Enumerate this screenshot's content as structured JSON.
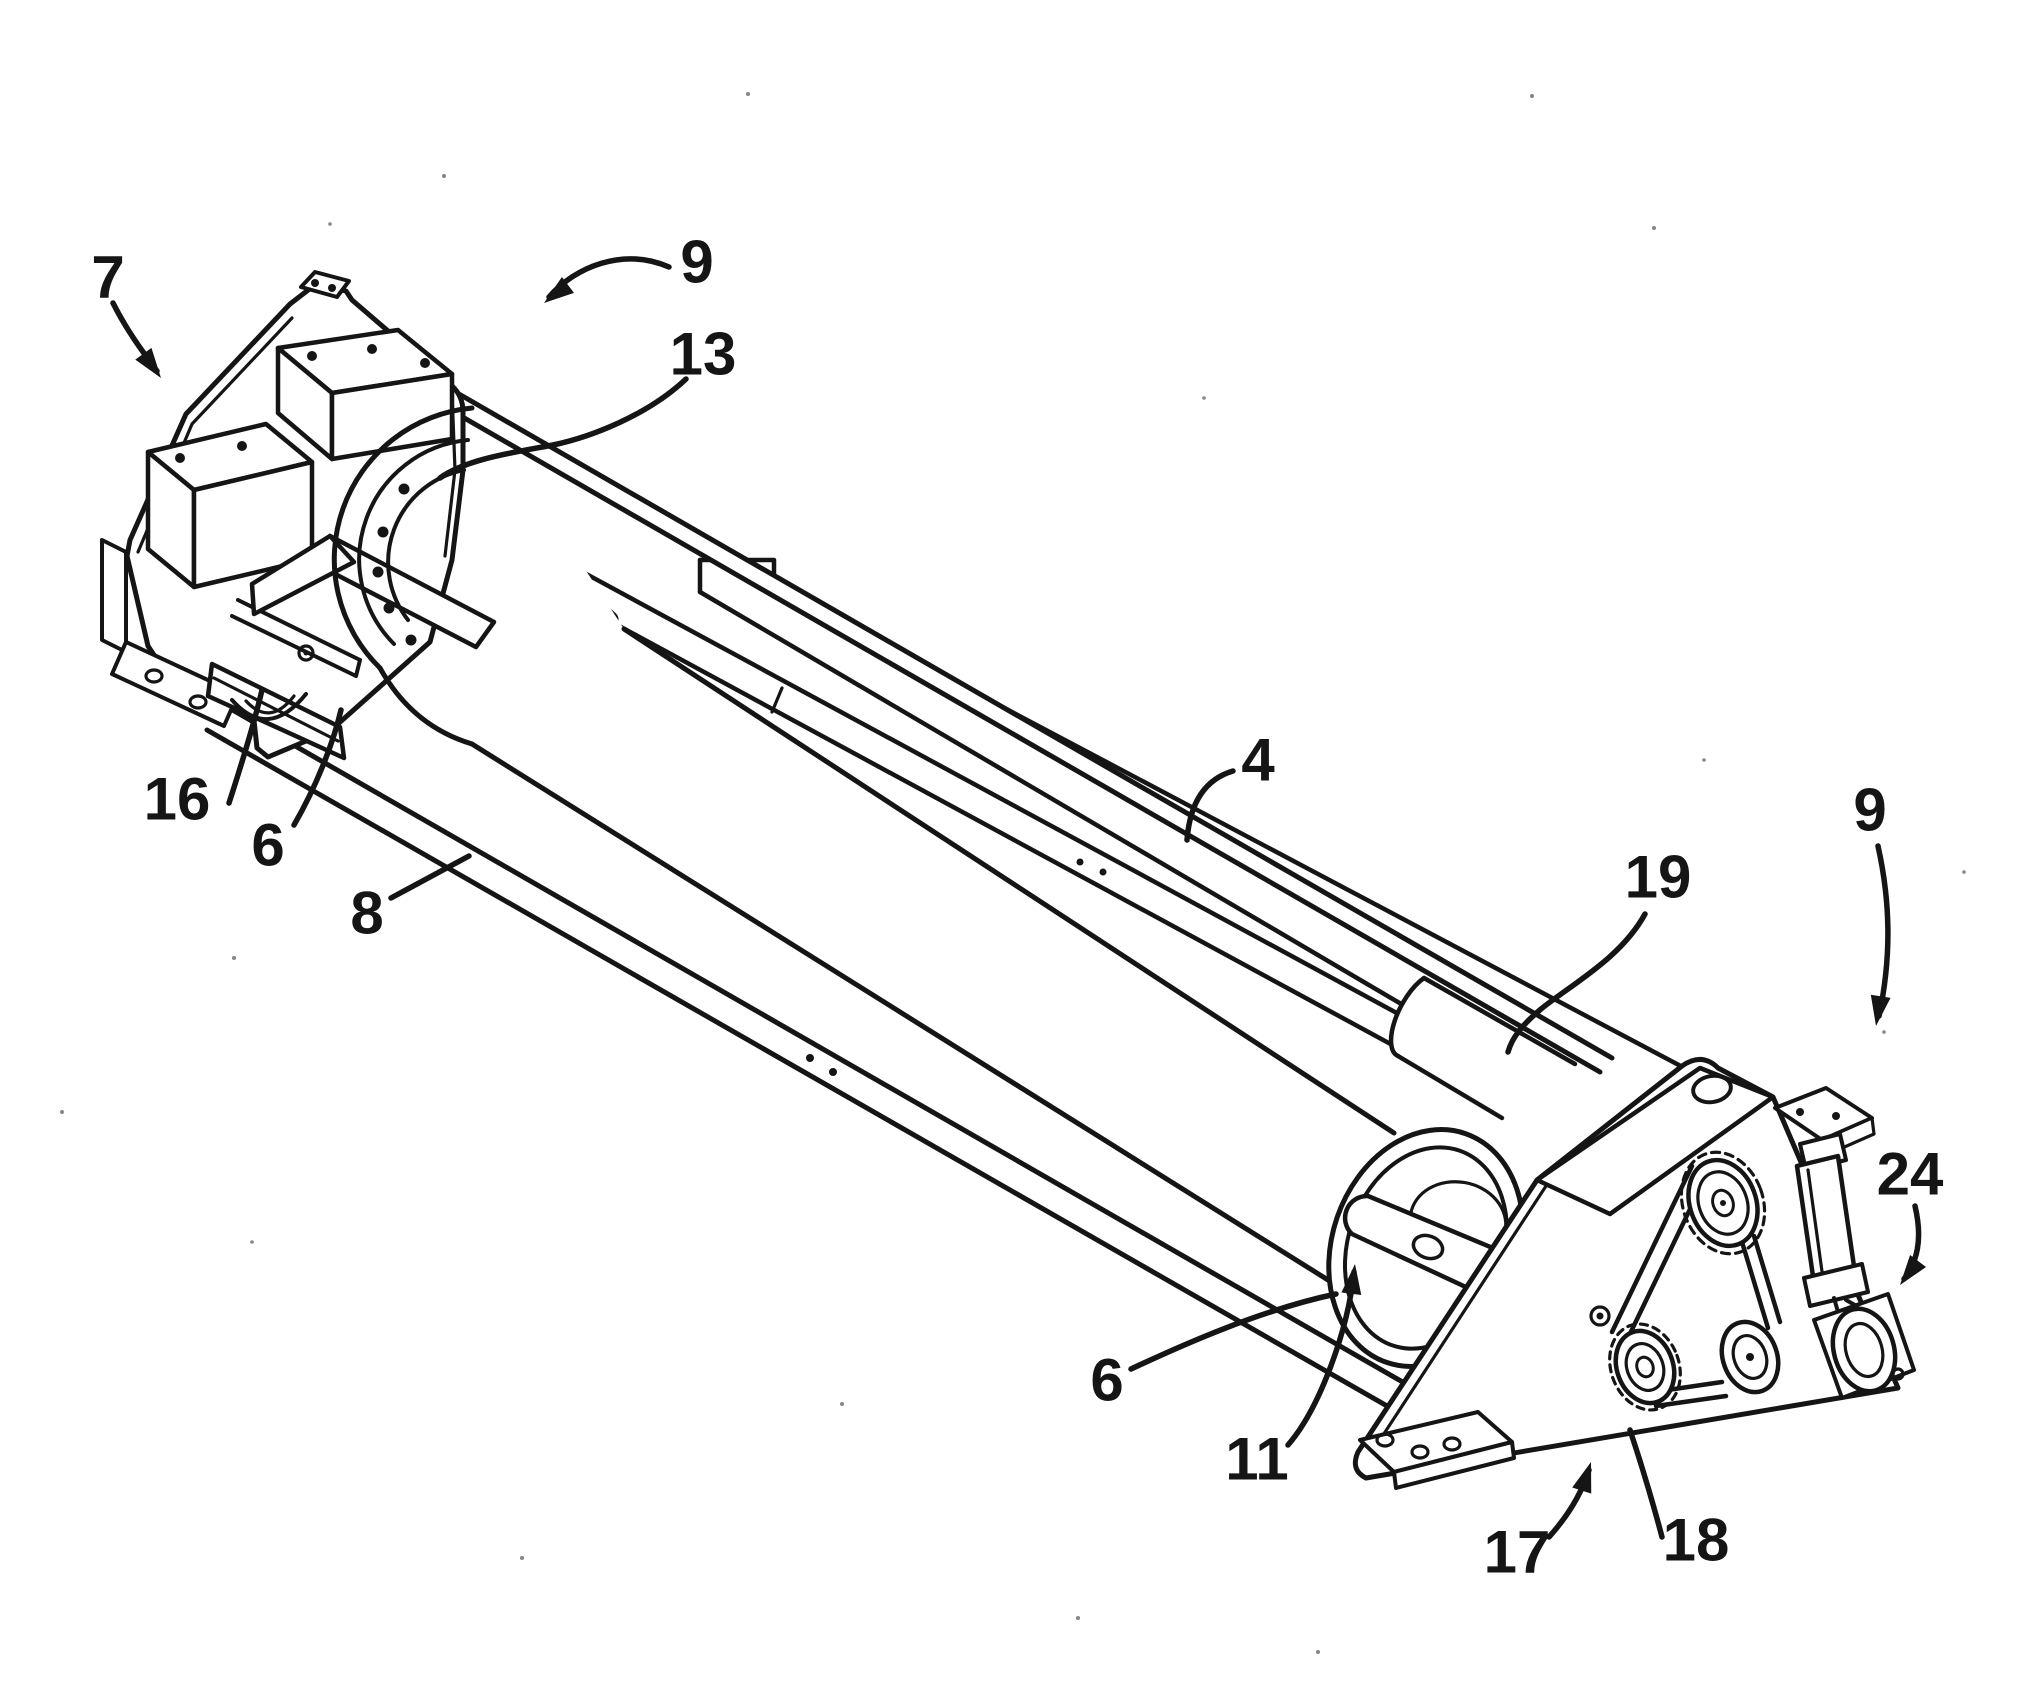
{
  "figure": {
    "type": "patent-line-drawing",
    "description": "Isometric patent drawing of a roller machine with a long cylinder supported between a left drive head and a right belt-drive head",
    "labels": [
      {
        "id": "7",
        "text": "7"
      },
      {
        "id": "9-left",
        "text": "9"
      },
      {
        "id": "13",
        "text": "13"
      },
      {
        "id": "16",
        "text": "16"
      },
      {
        "id": "6-left",
        "text": "6"
      },
      {
        "id": "8",
        "text": "8"
      },
      {
        "id": "4",
        "text": "4"
      },
      {
        "id": "19",
        "text": "19"
      },
      {
        "id": "9-right",
        "text": "9"
      },
      {
        "id": "24",
        "text": "24"
      },
      {
        "id": "6-right",
        "text": "6"
      },
      {
        "id": "11",
        "text": "11"
      },
      {
        "id": "17",
        "text": "17"
      },
      {
        "id": "18",
        "text": "18"
      }
    ]
  },
  "colors": {
    "ink": "#151515",
    "background": "#ffffff"
  }
}
